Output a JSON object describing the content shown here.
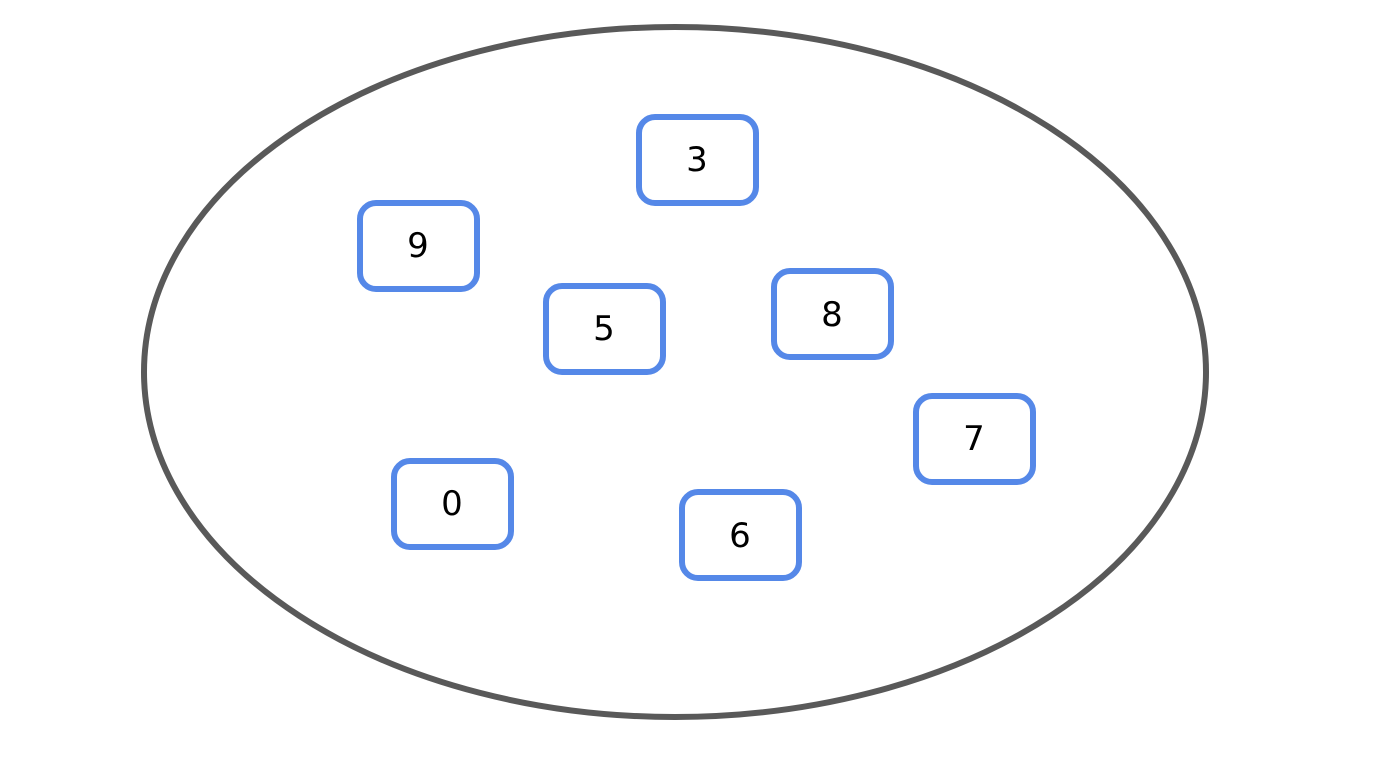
{
  "set": {
    "elements": [
      {
        "label": "3"
      },
      {
        "label": "9"
      },
      {
        "label": "5"
      },
      {
        "label": "8"
      },
      {
        "label": "7"
      },
      {
        "label": "0"
      },
      {
        "label": "6"
      }
    ]
  },
  "colors": {
    "ellipse_stroke": "#595959",
    "box_stroke": "#5588e8",
    "text": "#000000",
    "background": "#ffffff"
  }
}
